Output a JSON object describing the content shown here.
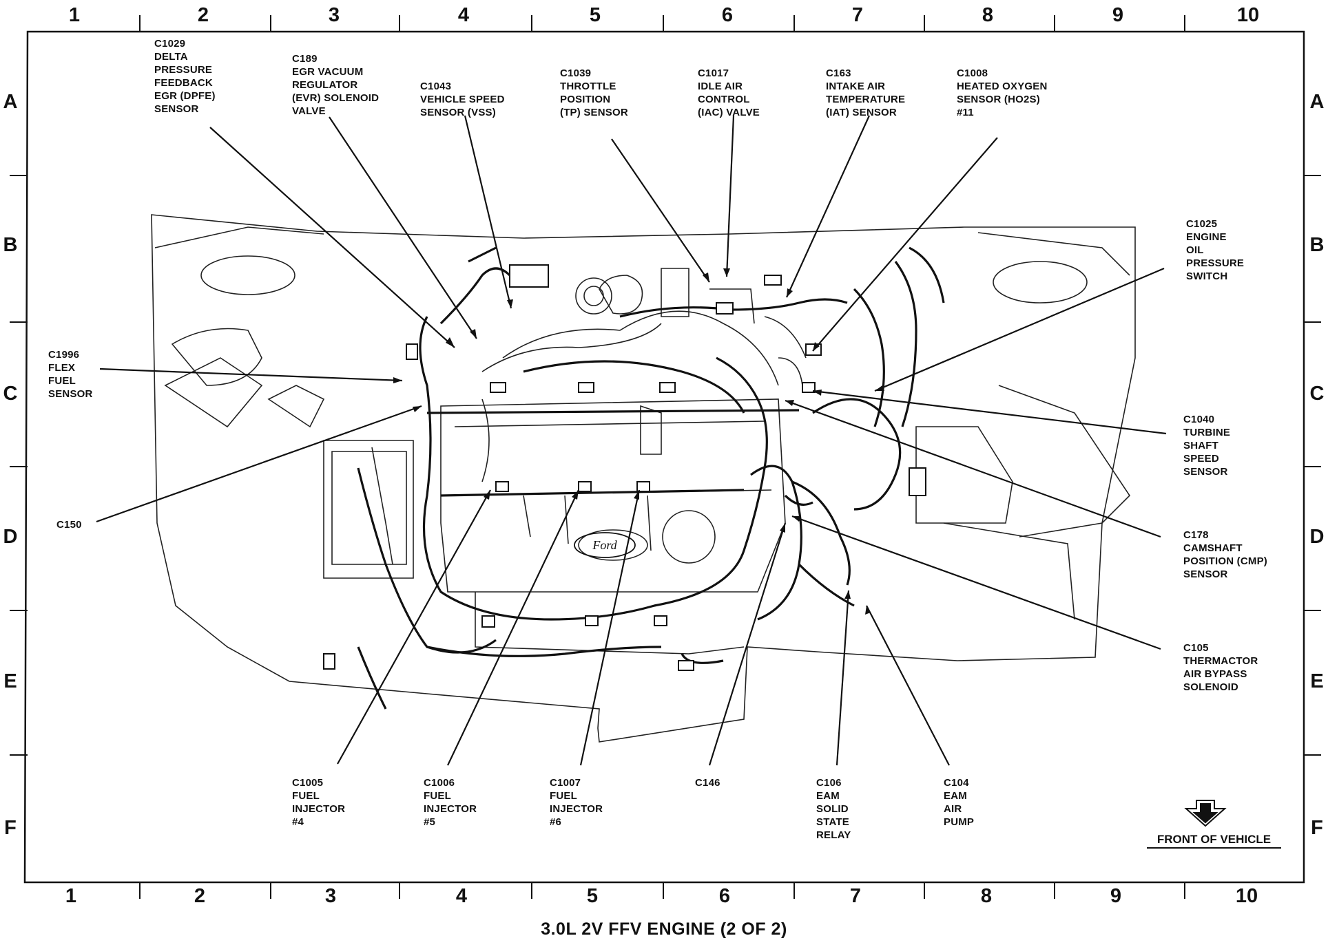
{
  "caption": "3.0L 2V FFV ENGINE (2 OF 2)",
  "grid": {
    "columns": [
      "1",
      "2",
      "3",
      "4",
      "5",
      "6",
      "7",
      "8",
      "9",
      "10"
    ],
    "rows": [
      "A",
      "B",
      "C",
      "D",
      "E",
      "F"
    ]
  },
  "front_indicator": {
    "label": "FRONT OF VEHICLE",
    "icon": "front-arrow-icon"
  },
  "components": [
    {
      "id": "c1029",
      "lines": [
        "C1029",
        "DELTA",
        "PRESSURE",
        "FEEDBACK",
        "EGR (DPFE)",
        "SENSOR"
      ]
    },
    {
      "id": "c189",
      "lines": [
        "C189",
        "EGR VACUUM",
        "REGULATOR",
        "(EVR) SOLENOID",
        "VALVE"
      ]
    },
    {
      "id": "c1043",
      "lines": [
        "C1043",
        "VEHICLE SPEED",
        "SENSOR (VSS)"
      ]
    },
    {
      "id": "c1039",
      "lines": [
        "C1039",
        "THROTTLE",
        "POSITION",
        "(TP) SENSOR"
      ]
    },
    {
      "id": "c1017",
      "lines": [
        "C1017",
        "IDLE AIR",
        "CONTROL",
        "(IAC) VALVE"
      ]
    },
    {
      "id": "c163",
      "lines": [
        "C163",
        "INTAKE AIR",
        "TEMPERATURE",
        "(IAT) SENSOR"
      ]
    },
    {
      "id": "c1008",
      "lines": [
        "C1008",
        "HEATED OXYGEN",
        "SENSOR (HO2S)",
        "#11"
      ]
    },
    {
      "id": "c1025",
      "lines": [
        "C1025",
        "ENGINE",
        "OIL",
        "PRESSURE",
        "SWITCH"
      ]
    },
    {
      "id": "c1996",
      "lines": [
        "C1996",
        "FLEX",
        "FUEL",
        "SENSOR"
      ]
    },
    {
      "id": "c150",
      "lines": [
        "C150"
      ]
    },
    {
      "id": "c1040",
      "lines": [
        "C1040",
        "TURBINE",
        "SHAFT",
        "SPEED",
        "SENSOR"
      ]
    },
    {
      "id": "c178",
      "lines": [
        "C178",
        "CAMSHAFT",
        "POSITION (CMP)",
        "SENSOR"
      ]
    },
    {
      "id": "c105",
      "lines": [
        "C105",
        "THERMACTOR",
        "AIR BYPASS",
        "SOLENOID"
      ]
    },
    {
      "id": "c1005",
      "lines": [
        "C1005",
        "FUEL",
        "INJECTOR",
        "#4"
      ]
    },
    {
      "id": "c1006",
      "lines": [
        "C1006",
        "FUEL",
        "INJECTOR",
        "#5"
      ]
    },
    {
      "id": "c1007",
      "lines": [
        "C1007",
        "FUEL",
        "INJECTOR",
        "#6"
      ]
    },
    {
      "id": "c146",
      "lines": [
        "C146"
      ]
    },
    {
      "id": "c106",
      "lines": [
        "C106",
        "EAM",
        "SOLID",
        "STATE",
        "RELAY"
      ]
    },
    {
      "id": "c104",
      "lines": [
        "C104",
        "EAM",
        "AIR",
        "PUMP"
      ]
    }
  ],
  "engine_badge": "Ford"
}
